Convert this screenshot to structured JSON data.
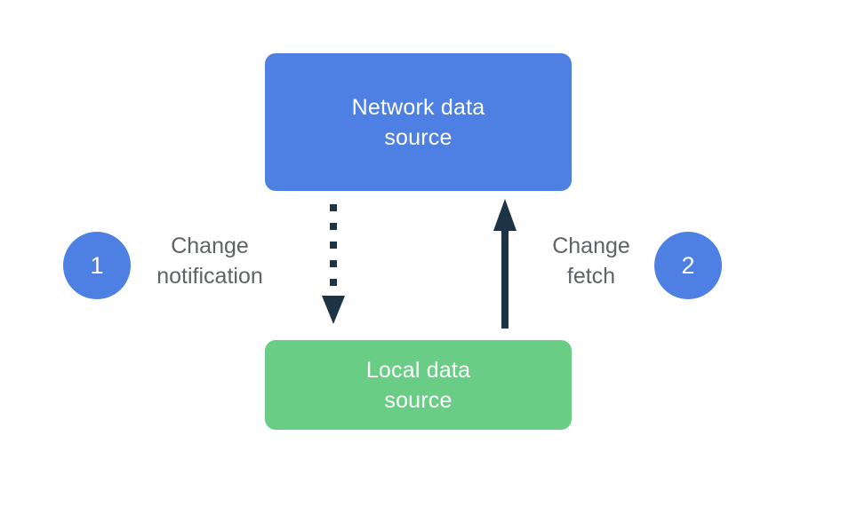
{
  "diagram": {
    "title_present": false,
    "background_color": "#ffffff",
    "nodes": [
      {
        "id": "network-data-source",
        "label": "Network data source",
        "label_line_1": "Network data",
        "label_line_2": "source",
        "color": "#4e80e4",
        "text_color": "#ffffff"
      },
      {
        "id": "local-data-source",
        "label": "Local data source",
        "label_line_1": "Local data",
        "label_line_2": "source",
        "color": "#6acd85",
        "text_color": "#ffffff"
      }
    ],
    "badges": [
      {
        "id": "step-1",
        "number": "1",
        "color": "#4e80e4",
        "text_color": "#ffffff"
      },
      {
        "id": "step-2",
        "number": "2",
        "color": "#4e80e4",
        "text_color": "#ffffff"
      }
    ],
    "edges": [
      {
        "id": "change-notification",
        "label": "Change notification",
        "label_line_1": "Change",
        "label_line_2": "notification",
        "from": "network-data-source",
        "to": "local-data-source",
        "direction": "down",
        "style": "dotted",
        "color": "#1d3446",
        "dot_count": 5
      },
      {
        "id": "change-fetch",
        "label": "Change fetch",
        "label_line_1": "Change",
        "label_line_2": "fetch",
        "from": "local-data-source",
        "to": "network-data-source",
        "direction": "up",
        "style": "solid",
        "color": "#1d3446"
      }
    ],
    "label_color": "#5f6368"
  }
}
